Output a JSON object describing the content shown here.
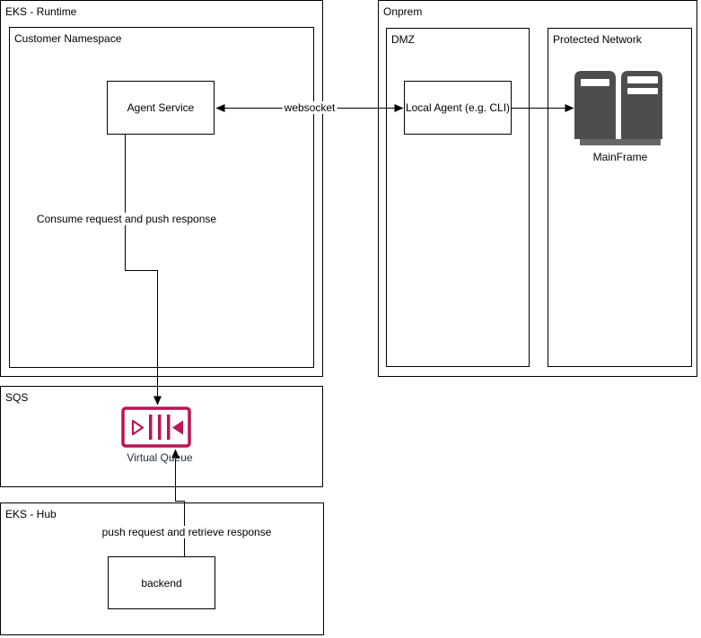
{
  "diagram": {
    "containers": {
      "eks_runtime": {
        "label": "EKS - Runtime"
      },
      "customer_namespace": {
        "label": "Customer Namespace"
      },
      "onprem": {
        "label": "Onprem"
      },
      "dmz": {
        "label": "DMZ"
      },
      "protected_network": {
        "label": "Protected Network"
      },
      "sqs": {
        "label": "SQS"
      },
      "eks_hub": {
        "label": "EKS - Hub"
      }
    },
    "nodes": {
      "agent_service": {
        "label": "Agent Service"
      },
      "local_agent": {
        "label": "Local Agent (e.g. CLI)"
      },
      "mainframe": {
        "label": "MainFrame"
      },
      "virtual_queue": {
        "label": "Virtual Queue"
      },
      "backend": {
        "label": "backend"
      }
    },
    "edges": {
      "websocket": {
        "label": "websocket"
      },
      "consume_request": {
        "label": "Consume request and push response"
      },
      "push_request": {
        "label": "push request and retrieve response"
      }
    },
    "icons": {
      "virtual_queue_icon": "sqs-queue-icon",
      "mainframe_icon": "server-towers-icon"
    },
    "colors": {
      "queue_accent": "#BB1356",
      "queue_label": "#232F3E",
      "server_fill": "#4D4D4D",
      "server_base": "#666666",
      "line": "#000000",
      "background": "#FFFFFF"
    }
  }
}
